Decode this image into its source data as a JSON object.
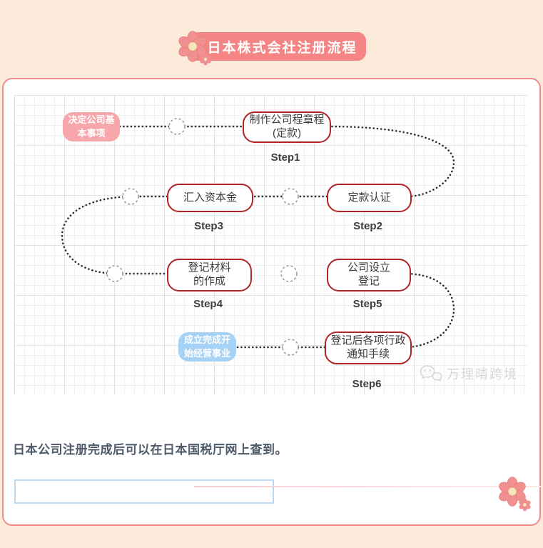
{
  "header": {
    "title": "日本株式会社注册流程"
  },
  "flowchart": {
    "start_label": {
      "line1": "决定公司基",
      "line2": "本事项",
      "color": "#f7a6ac"
    },
    "end_label": {
      "line1": "成立完成开",
      "line2": "始经营事业",
      "color": "#a6d2f5"
    },
    "steps": [
      {
        "name": "Step1",
        "line1": "制作公司程章程",
        "line2": "(定款)"
      },
      {
        "name": "Step2",
        "line1": "定款认证",
        "line2": ""
      },
      {
        "name": "Step3",
        "line1": "汇入资本金",
        "line2": ""
      },
      {
        "name": "Step4",
        "line1": "登记材料",
        "line2": "的作成"
      },
      {
        "name": "Step5",
        "line1": "公司设立",
        "line2": "登记"
      },
      {
        "name": "Step6",
        "line1": "登记后各项行政",
        "line2": "通知手续"
      }
    ],
    "box_border_color": "#b22424",
    "dotted_line_color": "#2e2e2e"
  },
  "watermark": {
    "text": "万理晴跨境"
  },
  "footer": {
    "note": "日本公司注册完成后可以在日本国税厅网上查到。",
    "input_value": "",
    "input_placeholder": ""
  },
  "colors": {
    "page_background": "#fceadb",
    "banner_background": "#f58585",
    "card_border": "#f28b8b"
  }
}
